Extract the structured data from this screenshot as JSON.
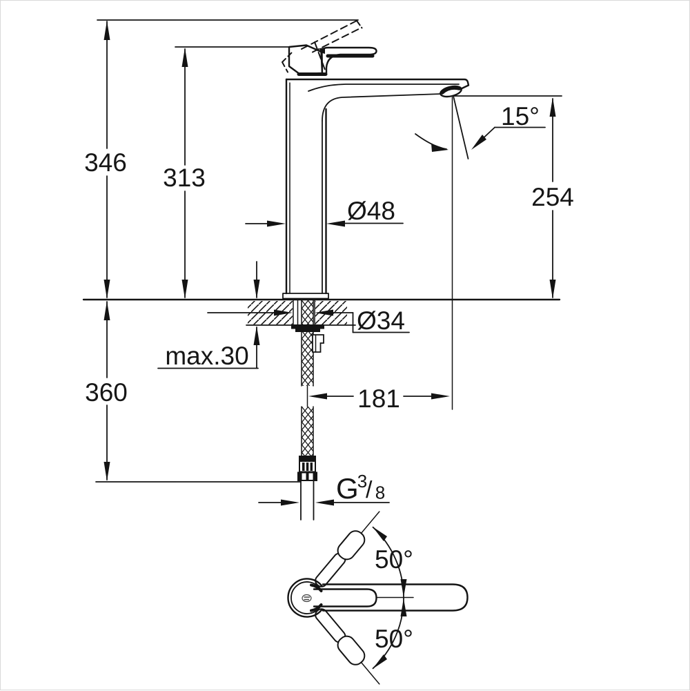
{
  "drawing": {
    "dims": {
      "total_height": "346",
      "handle_height": "313",
      "outlet_height": "254",
      "body_diameter": "Ø48",
      "hole_diameter": "Ø34",
      "deck_max_thickness": "max.30",
      "below_deck_length": "360",
      "spout_reach": "181",
      "stream_angle": "15°",
      "swing_upper": "50°",
      "swing_lower": "50°",
      "thread": {
        "prefix": "G",
        "numerator": "3",
        "slash": "/",
        "denominator": "8"
      }
    }
  }
}
